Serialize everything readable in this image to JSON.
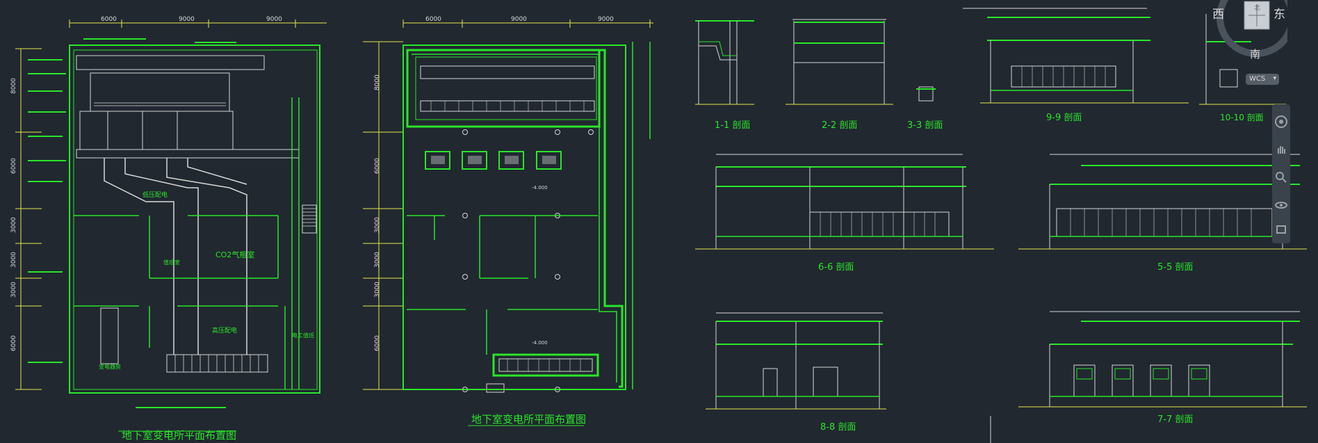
{
  "plan1": {
    "title": "地下室变电所平面布置图",
    "top_dims": [
      "6000",
      "9000",
      "9000"
    ],
    "left_dims": [
      "8000",
      "6000",
      "3000",
      "3000",
      "3000",
      "6000"
    ],
    "rooms": [
      "低压配电",
      "值班室",
      "CO2气瓶室",
      "高压配电",
      "电工值班",
      "变电器房"
    ]
  },
  "plan2": {
    "title": "地下室变电所平面布置图",
    "top_dims": [
      "6000",
      "9000",
      "9000"
    ],
    "left_dims": [
      "8000",
      "6000",
      "3000",
      "3000",
      "3000",
      "6000"
    ],
    "elevations": [
      "-4.000",
      "-4.000"
    ]
  },
  "sections": {
    "s11": "1-1 剖面",
    "s22": "2-2 剖面",
    "s33": "3-3 剖面",
    "s99": "9-9 剖面",
    "s1010": "10-10 剖面",
    "s66": "6-6 剖面",
    "s55": "5-5 剖面",
    "s88": "8-8 剖面",
    "s77": "7-7 剖面"
  },
  "viewcube": {
    "west": "西",
    "east": "东",
    "south": "南",
    "north": "北",
    "wcs": "WCS"
  },
  "colors": {
    "background": "#212830",
    "green": "#29e629",
    "white": "#d8d8d8",
    "yellow": "#e6e64d"
  }
}
